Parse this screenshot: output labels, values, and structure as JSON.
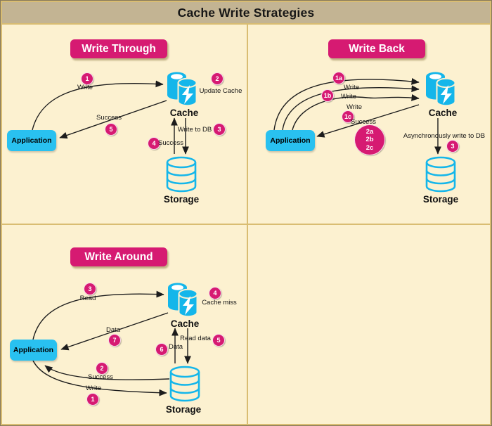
{
  "title": "Cache Write Strategies",
  "colors": {
    "accent_pink": "#d61a72",
    "node_cyan": "#29c1f0",
    "icon_cyan": "#14b6ea",
    "panel_cream": "#fcf1d0",
    "titlebar_tan": "#c3b493",
    "frame_gold": "#d9bd72"
  },
  "panels": {
    "write_through": {
      "title": "Write Through",
      "nodes": {
        "application": "Application",
        "cache": "Cache",
        "storage": "Storage"
      },
      "annotations": {
        "write": {
          "badge": "1",
          "label": "Write"
        },
        "update_cache": {
          "badge": "2",
          "label": "Update Cache"
        },
        "write_to_db": {
          "badge": "3",
          "label": "Write to DB"
        },
        "success_from_storage": {
          "badge": "4",
          "label": "Success"
        },
        "success_to_app": {
          "badge": "5",
          "label": "Success"
        }
      }
    },
    "write_back": {
      "title": "Write Back",
      "nodes": {
        "application": "Application",
        "cache": "Cache",
        "storage": "Storage"
      },
      "annotations": {
        "write_1a": {
          "badge": "1a",
          "label": "Write"
        },
        "write_1b": {
          "badge": "1b",
          "label": "Write"
        },
        "write_1c": {
          "badge": "1c",
          "label": "Write"
        },
        "success": {
          "label": "Success",
          "badges": [
            "2a",
            "2b",
            "2c"
          ]
        },
        "async_write": {
          "badge": "3",
          "label": "Asynchronously write to DB"
        }
      }
    },
    "write_around": {
      "title": "Write Around",
      "nodes": {
        "application": "Application",
        "cache": "Cache",
        "storage": "Storage"
      },
      "annotations": {
        "write": {
          "badge": "1",
          "label": "Write"
        },
        "success": {
          "badge": "2",
          "label": "Success"
        },
        "read": {
          "badge": "3",
          "label": "Read"
        },
        "cache_miss": {
          "badge": "4",
          "label": "Cache miss"
        },
        "read_data": {
          "badge": "5",
          "label": "Read data"
        },
        "data_to_cache": {
          "badge": "6",
          "label": "Data"
        },
        "data_to_app": {
          "badge": "7",
          "label": "Data"
        }
      }
    }
  }
}
